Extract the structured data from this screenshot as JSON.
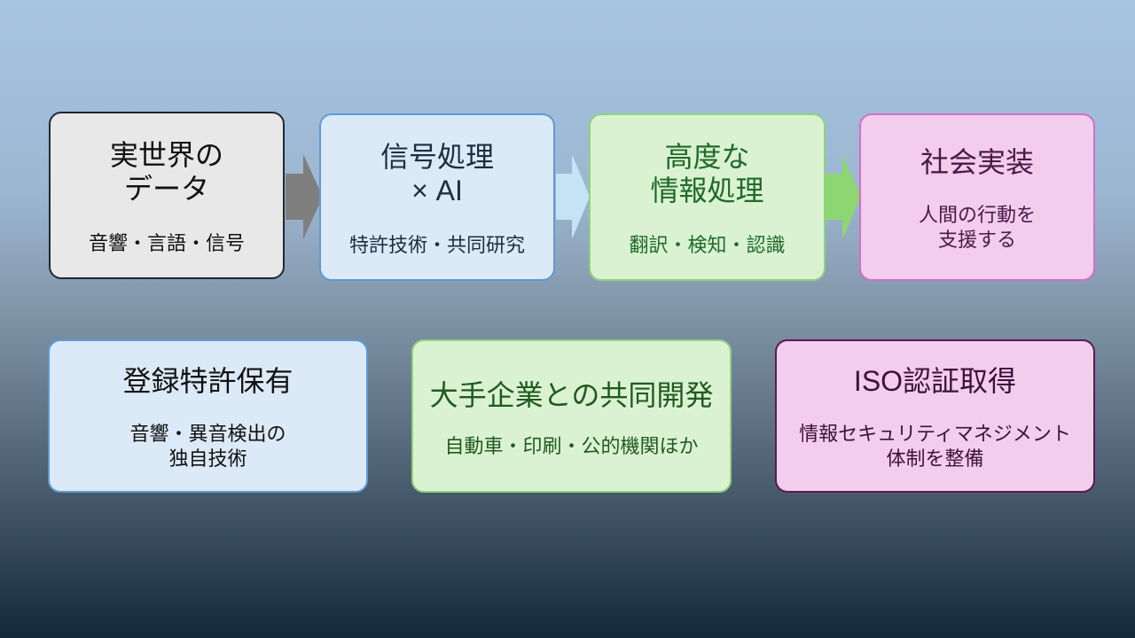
{
  "flow": [
    {
      "title": "実世界の\nデータ",
      "sub": "音響・言語・信号"
    },
    {
      "title": "信号処理\n× AI",
      "sub": "特許技術・共同研究"
    },
    {
      "title": "高度な\n情報処理",
      "sub": "翻訳・検知・認識"
    },
    {
      "title": "社会実装",
      "sub": "人間の行動を\n支援する"
    }
  ],
  "highlights": [
    {
      "title": "登録特許保有",
      "sub": "音響・異音検出の\n独自技術"
    },
    {
      "title": "大手企業との共同開発",
      "sub": "自動車・印刷・公的機関ほか"
    },
    {
      "title": "ISO認証取得",
      "sub": "情報セキュリティマネジメント\n体制を整備"
    }
  ],
  "colors": {
    "arrow1": "#7f7f7f",
    "arrow2": "#c6e3f5",
    "arrow3": "#8ed672"
  }
}
